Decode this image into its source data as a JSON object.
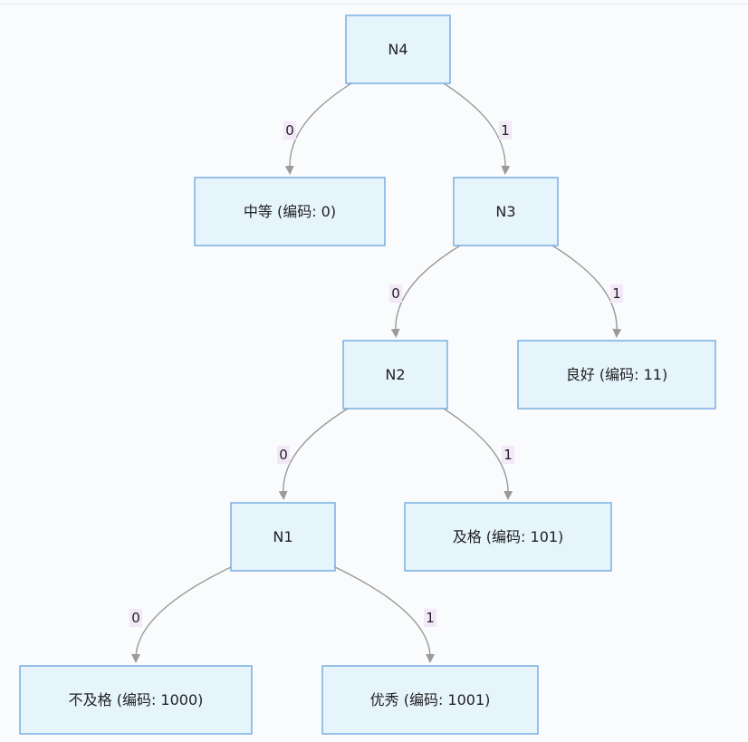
{
  "nodes": {
    "N4": "N4",
    "middle": "中等 (编码: 0)",
    "N3": "N3",
    "N2": "N2",
    "good": "良好 (编码: 11)",
    "N1": "N1",
    "pass": "及格 (编码: 101)",
    "fail": "不及格 (编码: 1000)",
    "excellent": "优秀 (编码: 1001)"
  },
  "edges": [
    {
      "from": "N4",
      "to": "middle",
      "label": "0"
    },
    {
      "from": "N4",
      "to": "N3",
      "label": "1"
    },
    {
      "from": "N3",
      "to": "N2",
      "label": "0"
    },
    {
      "from": "N3",
      "to": "good",
      "label": "1"
    },
    {
      "from": "N2",
      "to": "N1",
      "label": "0"
    },
    {
      "from": "N2",
      "to": "pass",
      "label": "1"
    },
    {
      "from": "N1",
      "to": "fail",
      "label": "0"
    },
    {
      "from": "N1",
      "to": "excellent",
      "label": "1"
    }
  ],
  "colors": {
    "node_fill": "#e6f4fc",
    "node_border": "#7aaee3",
    "edge": "#9a9a9a",
    "label_bg": "#f3e8f7"
  }
}
